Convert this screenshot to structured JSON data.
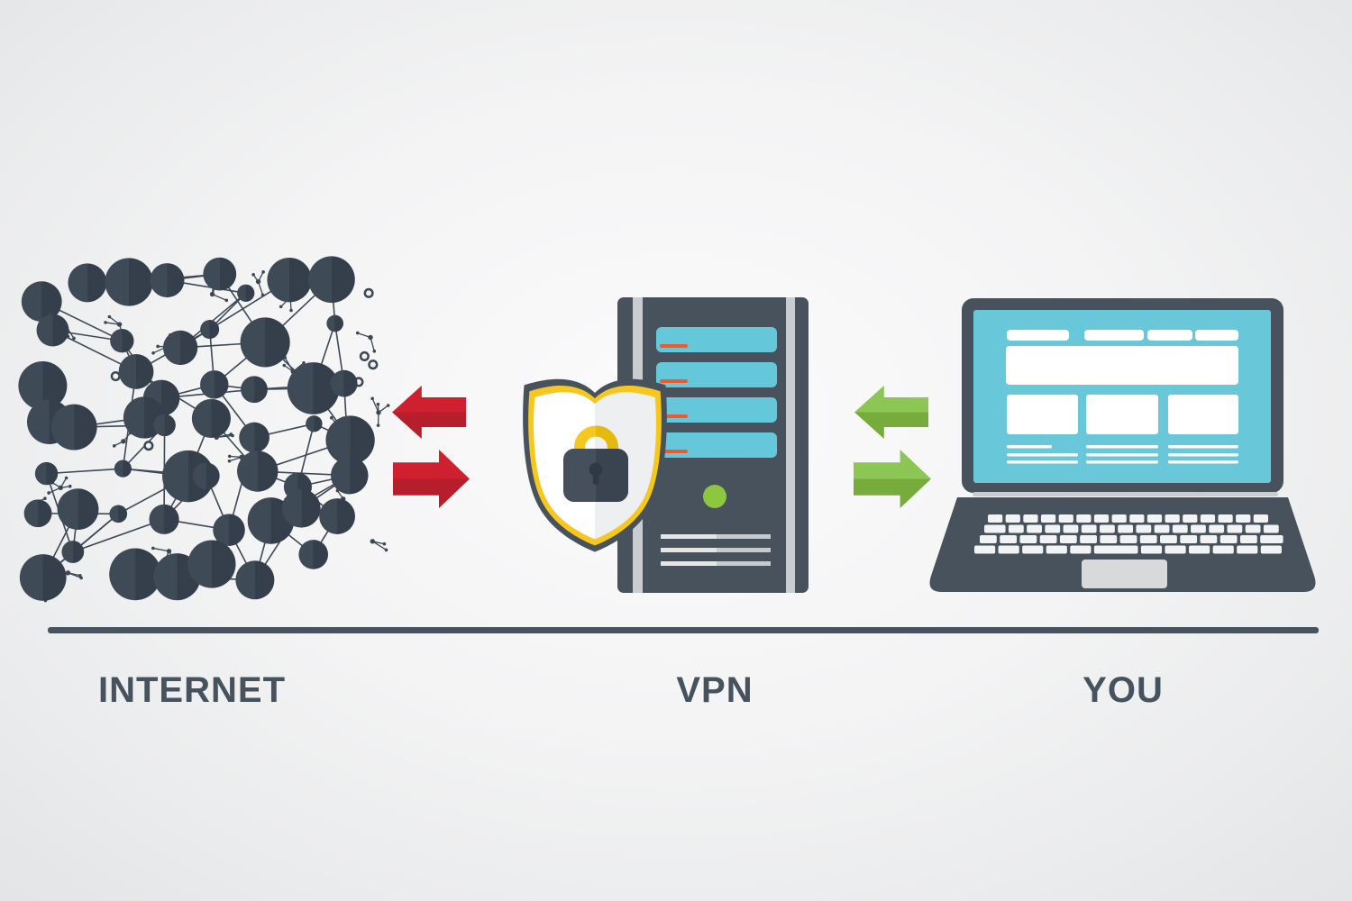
{
  "figure": {
    "title": "VPN concept diagram",
    "labels": {
      "internet": "INTERNET",
      "vpn": "VPN",
      "you": "YOU"
    }
  },
  "icons": [
    {
      "name": "internet-network-icon",
      "meaning": "cluster of linked nodes = the internet"
    },
    {
      "name": "red-arrows-icon",
      "meaning": "two-way unsecured traffic"
    },
    {
      "name": "shield-lock-icon",
      "meaning": "security shield with padlock"
    },
    {
      "name": "vpn-server-icon",
      "meaning": "VPN server tower"
    },
    {
      "name": "green-arrows-icon",
      "meaning": "two-way secured traffic"
    },
    {
      "name": "laptop-icon",
      "meaning": "user's laptop"
    }
  ],
  "colors": {
    "slate": "#47525D",
    "text_slate": "#46525E",
    "node_left": "#3F4A57",
    "node_right": "#343F4B",
    "line_slate": "#3D4855",
    "red_top": "#CE202E",
    "red_bottom": "#B51E2A",
    "green_top": "#8CC654",
    "green_bottom": "#77AC3C",
    "teal_bar": "#64C8DA",
    "teal_screen": "#68C7D8",
    "orange": "#F1582C",
    "led_green": "#8DC63F",
    "gold": "#F6C71E",
    "gold_dark": "#E6B90E",
    "lock_body": "#46505C",
    "lock_body_dark": "#3A4450",
    "keyhole": "#2F3945",
    "white": "#FFFFFF",
    "stripe_gray": "#C9CDD2",
    "slot_light": "#E3E5E7",
    "slot_dark": "#C6CBD0",
    "key_white": "#F2F3F4",
    "trackpad_gray": "#D8D9DA",
    "ring_fill": "#F2F2F3"
  }
}
